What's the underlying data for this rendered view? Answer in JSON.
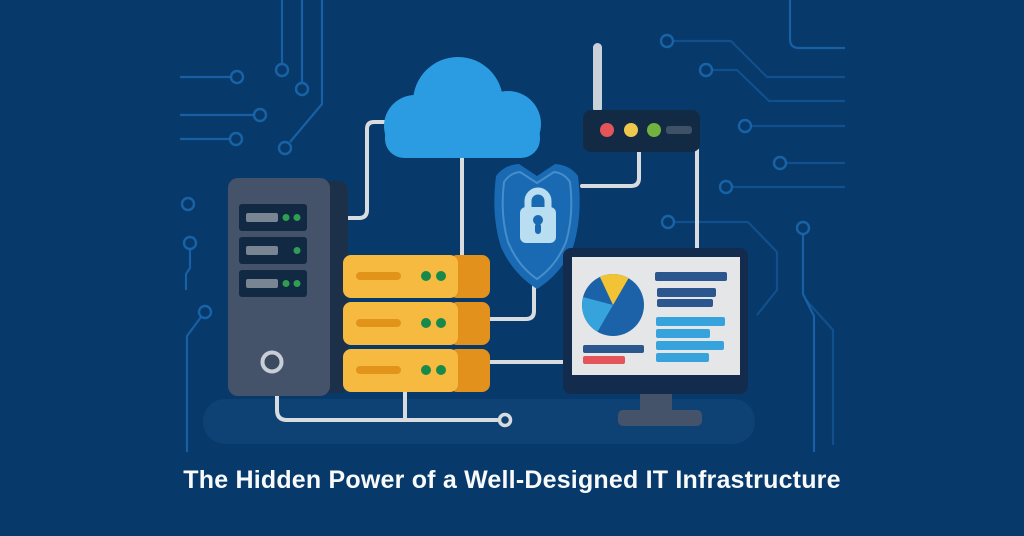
{
  "title": "The Hidden Power of a Well-Designed IT Infrastructure",
  "illustration": {
    "theme": "IT infrastructure components connected by cables over a circuit-board background",
    "components": [
      {
        "name": "cloud"
      },
      {
        "name": "router",
        "lights": [
          "red",
          "yellow",
          "green"
        ],
        "antenna": true
      },
      {
        "name": "security-shield-padlock"
      },
      {
        "name": "server-tower",
        "drive_bays": 3,
        "leds": "green"
      },
      {
        "name": "server-rack",
        "units": 3,
        "leds_per_unit": 2
      },
      {
        "name": "monitor-dashboard",
        "widgets": [
          "pie-chart",
          "text-bars",
          "highlight-bar-red"
        ]
      }
    ]
  },
  "colors": {
    "bg": "#07396b",
    "trace": "#1b67ad",
    "cable": "#d9dcde",
    "platform": "#0e4274",
    "cloud": "#2b9ce1",
    "towerBody": "#44536a",
    "towerSide": "#1d3049",
    "bayFill": "#112943",
    "bayStripe": "#939ca8",
    "ledGreen": "#2f9e52",
    "circleRing": "#c7ced6",
    "rackYellow": "#f6ba41",
    "rackOrange": "#e2911c",
    "rackBar": "#e2941a",
    "rackDot": "#17894a",
    "routerBody": "#132a45",
    "antenna": "#c9d2d8",
    "lightRed": "#e4555a",
    "lightYellow": "#eec84d",
    "lightGreen": "#72b33f",
    "routerDash": "#3e5166",
    "shield": "#1a6ab3",
    "shieldInner": "#5da2d8",
    "lock": "#b9ddf1",
    "monitorFrame": "#132c4e",
    "monitorScreen": "#e4e6e7",
    "pieDark": "#1b62a8",
    "pieLight": "#36a3dd",
    "pieYellow": "#f2c335",
    "barDark": "#2c568e",
    "barLight": "#36a3dd",
    "barRed": "#e4555a",
    "text": "#f8fafc"
  }
}
